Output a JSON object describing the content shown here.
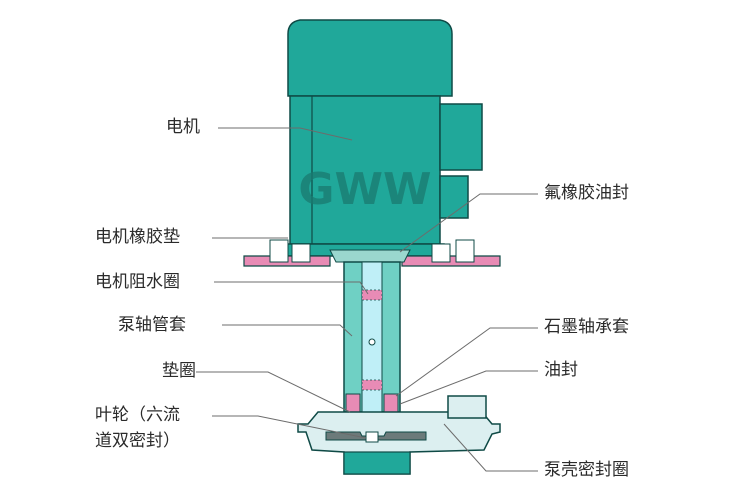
{
  "diagram": {
    "colors": {
      "motor_body": "#20A89A",
      "motor_outline": "#0F4A46",
      "flange_pink": "#E88BB5",
      "shaft_tube": "#6FD0C4",
      "shaft_inner": "#BFEFF7",
      "pump_casing": "#DCEFF0",
      "leader_line": "#6C6C6C",
      "logo_color": "#1A7A70"
    },
    "logo_text": "GWW",
    "labels": {
      "motor": "电机",
      "motor_rubber_pad": "电机橡胶垫",
      "motor_water_ring": "电机阻水圈",
      "pump_shaft_sleeve": "泵轴管套",
      "washer": "垫圈",
      "impeller_line1": "叶轮（六流",
      "impeller_line2": "道双密封）",
      "fluorine_oil_seal": "氟橡胶油封",
      "graphite_bearing": "石墨轴承套",
      "oil_seal": "油封",
      "casing_seal_ring": "泵壳密封圈"
    }
  }
}
